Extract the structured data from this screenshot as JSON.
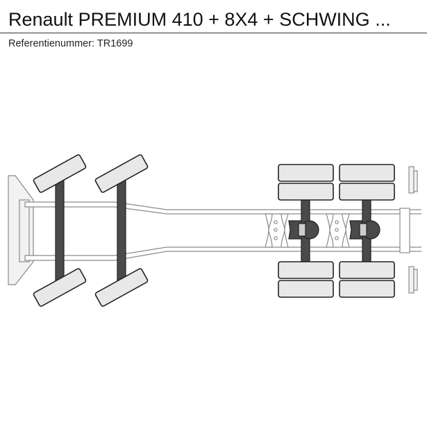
{
  "header": {
    "title": "Renault PREMIUM 410 + 8X4 + SCHWING ...",
    "reference_label": "Referentienummer:",
    "reference_value": "TR1699"
  },
  "diagram": {
    "axle_configuration": "8X4",
    "steered_front_axles": 2,
    "driven_rear_axles": 2,
    "colors": {
      "outline": "#8a8a8a",
      "tire_fill": "#e8e8e8",
      "tire_stroke": "#222222",
      "axle_fill": "#4a4a4a",
      "frame_fill": "#ffffff"
    }
  }
}
